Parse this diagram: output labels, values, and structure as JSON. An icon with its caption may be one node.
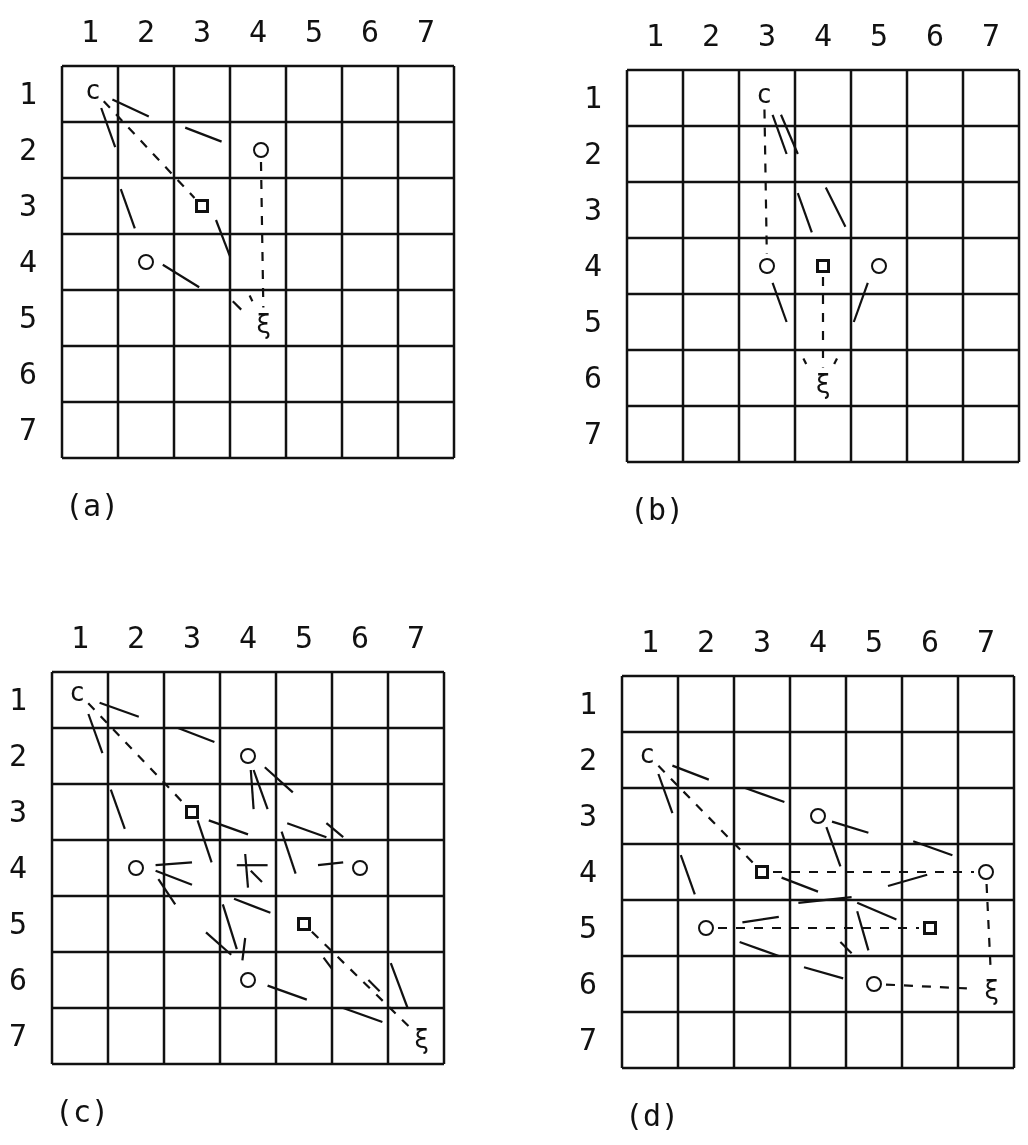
{
  "diagram": {
    "nodes": [
      {
        "text": [
          "c"
        ]
      },
      {
        "text": [],
        "shape": "circle"
      },
      {
        "text": [],
        "shape": "box"
      },
      {
        "text": [],
        "shape": "circle"
      },
      {
        "text": [
          "ξ"
        ]
      },
      {
        "text": [
          "c"
        ]
      },
      {
        "text": [],
        "shape": "circle"
      },
      {
        "text": [],
        "shape": "box"
      },
      {
        "text": [],
        "shape": "circle"
      },
      {
        "text": [
          "ξ"
        ]
      },
      {
        "text": [
          "c"
        ]
      },
      {
        "text": [],
        "shape": "circle"
      },
      {
        "text": [],
        "shape": "box"
      },
      {
        "text": [],
        "shape": "circle"
      },
      {
        "text": [],
        "shape": "circle"
      },
      {
        "text": [],
        "shape": "box"
      },
      {
        "text": [],
        "shape": "circle"
      },
      {
        "text": [
          "ξ"
        ]
      },
      {
        "text": [
          "c"
        ]
      },
      {
        "text": [],
        "shape": "circle"
      },
      {
        "text": [],
        "shape": "box"
      },
      {
        "text": [],
        "shape": "circle"
      },
      {
        "text": [],
        "shape": "circle"
      },
      {
        "text": [],
        "shape": "box"
      },
      {
        "text": [],
        "shape": "circle"
      },
      {
        "text": [
          "ξ"
        ]
      }
    ],
    "edges": [
      {
        "from": 0,
        "to": 2,
        "arrow": "none",
        "style": "dashed"
      },
      {
        "from": 1,
        "to": 4,
        "arrow": "none",
        "style": "dashed"
      },
      {
        "from": 5,
        "to": 6,
        "arrow": "none",
        "style": "dashed"
      },
      {
        "from": 7,
        "to": 9,
        "arrow": "none",
        "style": "dashed"
      },
      {
        "from": 10,
        "to": 12,
        "arrow": "none",
        "style": "dashed"
      },
      {
        "from": 15,
        "to": 17,
        "arrow": "none",
        "style": "dashed"
      },
      {
        "from": 18,
        "to": 20,
        "arrow": "none",
        "style": "dashed"
      },
      {
        "from": 20,
        "to": 21,
        "arrow": "none",
        "style": "dashed"
      },
      {
        "from": 22,
        "to": 23,
        "arrow": "none",
        "style": "dashed"
      },
      {
        "from": 21,
        "to": 25,
        "arrow": "none",
        "style": "dashed"
      },
      {
        "from": 24,
        "to": 25,
        "arrow": "none",
        "style": "dashed"
      }
    ],
    "labels": [
      "1",
      "2",
      "3",
      "4",
      "5",
      "6",
      "7",
      "1",
      "2",
      "3",
      "4",
      "5",
      "6",
      "7",
      "(a)",
      "1",
      "2",
      "3",
      "4",
      "5",
      "6",
      "7",
      "1",
      "2",
      "3",
      "4",
      "5",
      "6",
      "7",
      "(b)",
      "1",
      "2",
      "3",
      "4",
      "5",
      "6",
      "7",
      "1",
      "2",
      "3",
      "4",
      "5",
      "6",
      "7",
      "(c)",
      "1",
      "2",
      "3",
      "4",
      "5",
      "6",
      "7",
      "1",
      "2",
      "3",
      "4",
      "5",
      "6",
      "7",
      "(d)"
    ]
  }
}
